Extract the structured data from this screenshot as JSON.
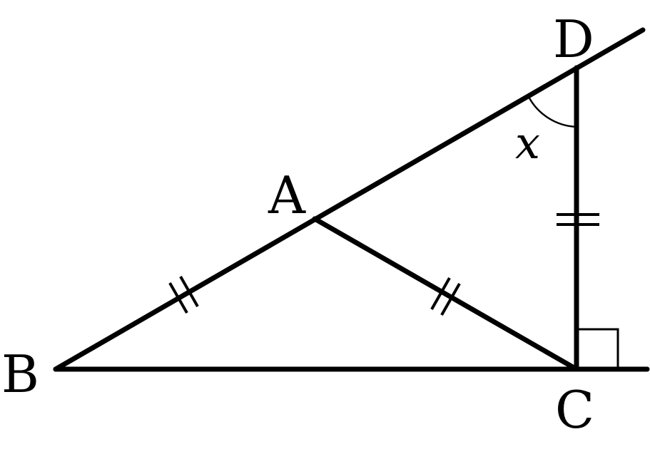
{
  "points": {
    "A": "A",
    "B": "B",
    "C": "C",
    "D": "D"
  },
  "angle_label": "x"
}
